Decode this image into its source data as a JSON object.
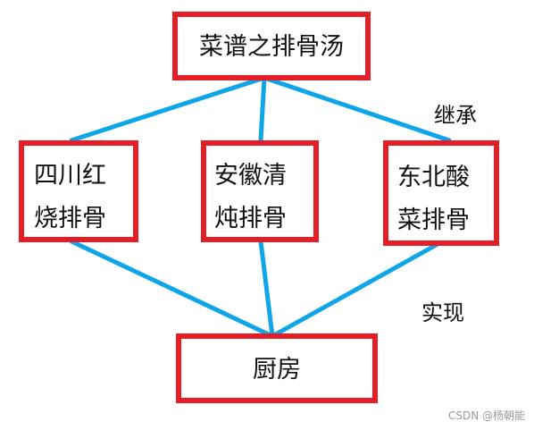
{
  "colors": {
    "box_border": "#e41e26",
    "connector": "#0ea5e9",
    "text": "#111111",
    "watermark": "#9a9a9a"
  },
  "nodes": {
    "base_recipe": {
      "line1": "菜谱之排骨汤"
    },
    "sichuan": {
      "line1": "四川红",
      "line2": "烧排骨"
    },
    "anhui": {
      "line1": "安徽清",
      "line2": "炖排骨"
    },
    "dongbei": {
      "line1": "东北酸",
      "line2": "菜排骨"
    },
    "kitchen": {
      "line1": "厨房"
    }
  },
  "relations": {
    "inherit": "继承",
    "implement": "实现"
  },
  "watermark": "CSDN @杨朝能"
}
